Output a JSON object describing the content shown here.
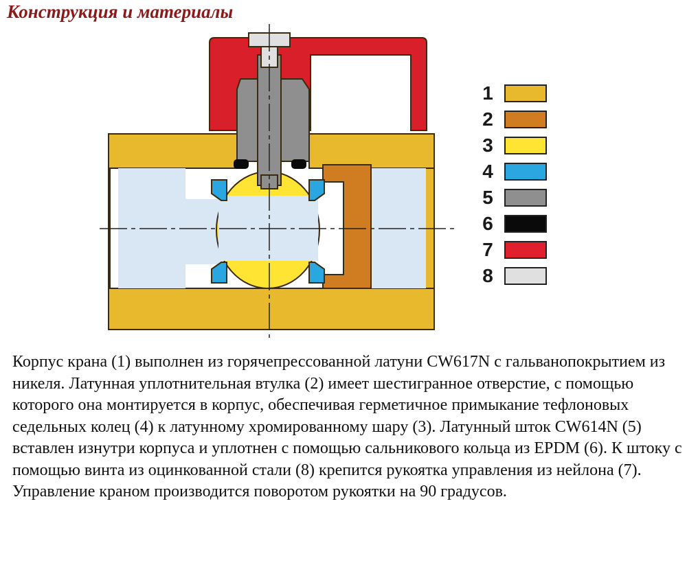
{
  "title": "Конструкция и материалы",
  "legend": [
    {
      "number": "1",
      "color": "#e8b92c"
    },
    {
      "number": "2",
      "color": "#d07c20"
    },
    {
      "number": "3",
      "color": "#ffe433"
    },
    {
      "number": "4",
      "color": "#2aa6e0"
    },
    {
      "number": "5",
      "color": "#8f8f8f"
    },
    {
      "number": "6",
      "color": "#0a0a0a"
    },
    {
      "number": "7",
      "color": "#e0202c"
    },
    {
      "number": "8",
      "color": "#e0e0e0"
    }
  ],
  "description": "Корпус крана (1) выполнен из горячепрессованной латуни CW617N с гальванопокрытием из никеля. Латунная уплотнительная втулка (2) имеет шестигранное отверстие, с помощью которого она монтируется в корпус, обеспечивая герметичное примыкание тефлоновых седельных колец (4) к латунному хромированному шару (3). Латунный шток CW614N (5) вставлен изнутри корпуса и уплотнен с помощью сальникового кольца из EPDM (6). К штоку с помощью винта из оцинкованной стали (8) крепится рукоятка управления из нейлона (7). Управление краном производится поворотом рукоятки на 90 градусов.",
  "colors": {
    "body": "#e8b92c",
    "body_dark": "#b8891a",
    "bushing": "#d07c20",
    "ball": "#ffe433",
    "bore": "#d8e7f3",
    "seat": "#2aa6e0",
    "stem": "#8f8f8f",
    "gasket": "#0a0a0a",
    "handle": "#d91f2a",
    "handle_dark": "#9c1219",
    "screw": "#e0e0e0"
  }
}
